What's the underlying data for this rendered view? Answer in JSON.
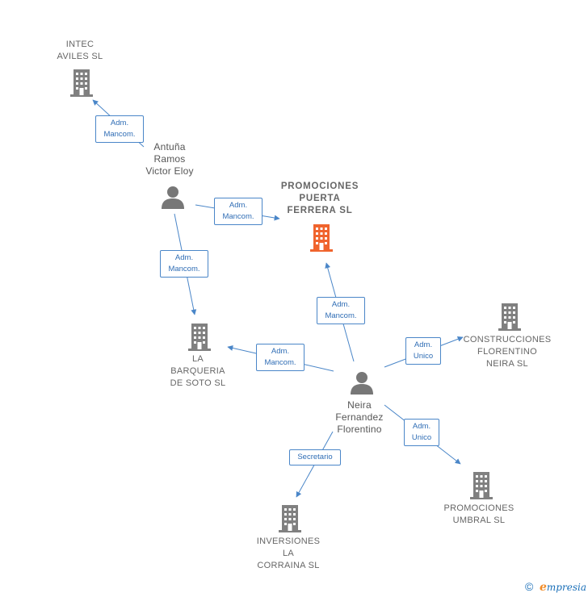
{
  "nodes": {
    "intec": {
      "lines": [
        "INTEC",
        "AVILES SL"
      ]
    },
    "antuna": {
      "lines": [
        "Antuña",
        "Ramos",
        "Victor Eloy"
      ]
    },
    "promociones_puerta": {
      "lines": [
        "PROMOCIONES",
        "PUERTA",
        "FERRERA  SL"
      ]
    },
    "la_barqueria": {
      "lines": [
        "LA",
        "BARQUERIA",
        "DE SOTO  SL"
      ]
    },
    "construcciones": {
      "lines": [
        "CONSTRUCCIONES",
        "FLORENTINO",
        "NEIRA  SL"
      ]
    },
    "neira": {
      "lines": [
        "Neira",
        "Fernandez",
        "Florentino"
      ]
    },
    "promociones_umbral": {
      "lines": [
        "PROMOCIONES",
        "UMBRAL SL"
      ]
    },
    "inversiones": {
      "lines": [
        "INVERSIONES",
        "LA",
        "CORRAINA SL"
      ]
    }
  },
  "edges": {
    "antuna_intec": [
      "Adm.",
      "Mancom."
    ],
    "antuna_puerta": [
      "Adm.",
      "Mancom."
    ],
    "antuna_barqueria": [
      "Adm.",
      "Mancom."
    ],
    "neira_puerta": [
      "Adm.",
      "Mancom."
    ],
    "neira_barqueria": [
      "Adm.",
      "Mancom."
    ],
    "neira_construcciones": [
      "Adm.",
      "Unico"
    ],
    "neira_umbral": [
      "Adm.",
      "Unico"
    ],
    "neira_inversiones": [
      "Secretario"
    ]
  },
  "footer": {
    "copyright": "©",
    "brand_initial": "e",
    "brand_rest": "mpresia"
  },
  "colors": {
    "edge": "#4a86c8",
    "company": "#808080",
    "highlight": "#f0642d",
    "person": "#777777"
  }
}
